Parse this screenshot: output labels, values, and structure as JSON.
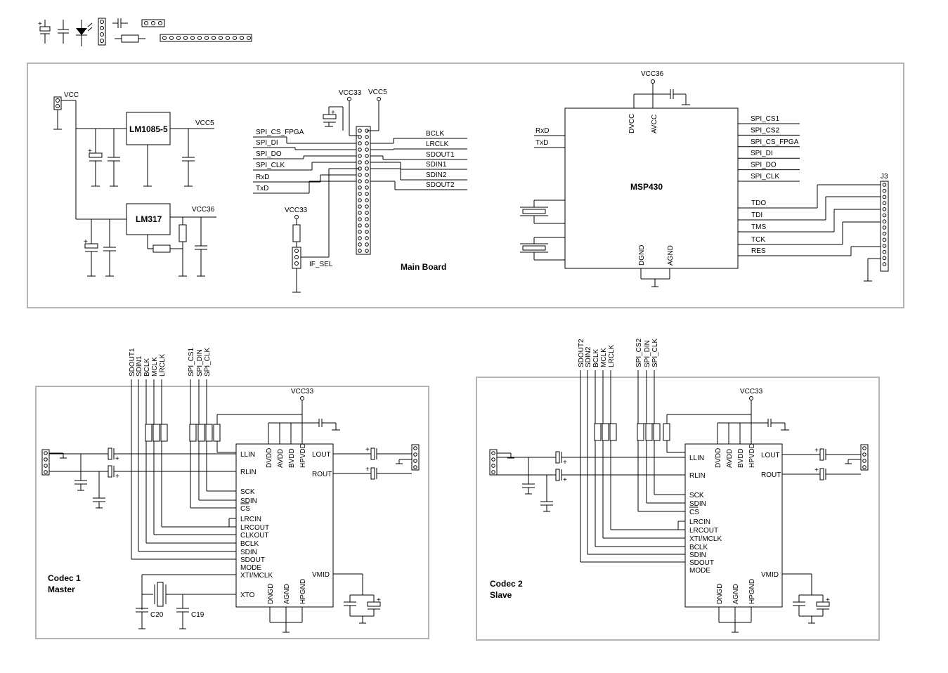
{
  "main_board": {
    "title": "Main Board",
    "regulator1": "LM1085-5",
    "regulator2": "LM317",
    "vcc": "VCC",
    "vcc5": "VCC5",
    "vcc36": "VCC36",
    "vcc33": "VCC33",
    "if_sel": "IF_SEL",
    "left_signals": [
      "SPI_CS_FPGA",
      "SPI_DI",
      "SPI_DO",
      "SPI_CLK",
      "RxD",
      "TxD"
    ],
    "right_signals": [
      "BCLK",
      "LRCLK",
      "SDOUT1",
      "SDIN1",
      "SDIN2",
      "SDOUT2"
    ]
  },
  "mcu": {
    "name": "MSP430",
    "top_pins": [
      "DVCC",
      "AVCC"
    ],
    "bottom_pins": [
      "DGND",
      "AGND"
    ],
    "left_signals": [
      "RxD",
      "TxD"
    ],
    "right_signals": [
      "SPI_CS1",
      "SPI_CS2",
      "SPI_CS_FPGA",
      "SPI_DI",
      "SPI_DO",
      "SPI_CLK"
    ],
    "jtag_signals": [
      "TDO",
      "TDI",
      "TMS",
      "TCK",
      "RES"
    ],
    "connector": "J3",
    "supply": "VCC36"
  },
  "codec1": {
    "label_line1": "Codec 1",
    "label_line2": "Master",
    "supply": "VCC33",
    "bus": [
      "SDOUT1",
      "SDIN1",
      "BCLK",
      "MCLK",
      "LRCLK"
    ],
    "spi": [
      "SPI_CS1",
      "SPI_DIN",
      "SPI_CLK"
    ],
    "left_pins": [
      "LLIN",
      "RLIN",
      "SCK",
      "SDIN",
      "CS",
      "LRCIN",
      "LRCOUT",
      "CLKOUT",
      "BCLK",
      "SDIN",
      "SDOUT",
      "MODE",
      "XTI/MCLK",
      "XTO"
    ],
    "top_pins": [
      "DVDD",
      "AVDD",
      "BVDD",
      "HPVDD"
    ],
    "bottom_pins": [
      "DNGD",
      "AGND",
      "HPGND"
    ],
    "right_pins": [
      "LOUT",
      "ROUT",
      "VMID"
    ],
    "caps": [
      "C20",
      "C19"
    ]
  },
  "codec2": {
    "label_line1": "Codec 2",
    "label_line2": "Slave",
    "supply": "VCC33",
    "bus": [
      "SDOUT2",
      "SDIN2",
      "BCLK",
      "MCLK",
      "LRCLK"
    ],
    "spi": [
      "SPI_CS2",
      "SPI_DIN",
      "SPI_CLK"
    ],
    "left_pins": [
      "LLIN",
      "RLIN",
      "SCK",
      "SDIN",
      "CS",
      "LRCIN",
      "LRCOUT",
      "XTI/MCLK",
      "BCLK",
      "SDIN",
      "SDOUT",
      "MODE"
    ],
    "top_pins": [
      "DVDD",
      "AVDD",
      "BVDD",
      "HPVDD"
    ],
    "bottom_pins": [
      "DNGD",
      "AGND",
      "HPGND"
    ],
    "right_pins": [
      "LOUT",
      "ROUT",
      "VMID"
    ]
  }
}
